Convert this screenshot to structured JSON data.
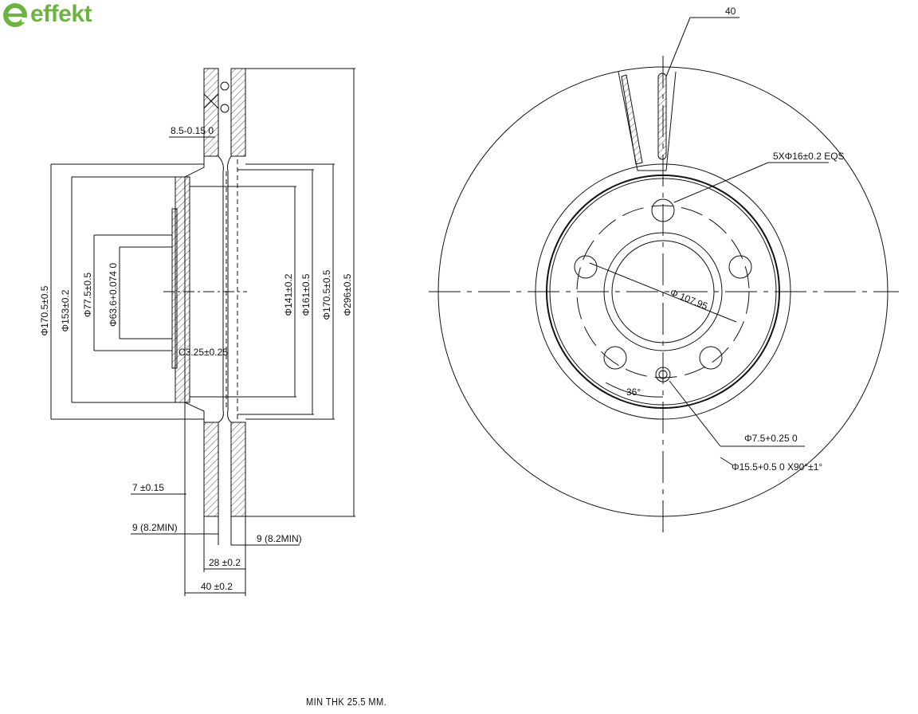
{
  "brand": {
    "name": "effekt",
    "color": "#6cb33f"
  },
  "side_view": {
    "dims_left": [
      "Φ170.5±0.5",
      "Φ153±0.2",
      "Φ77.5±0.5",
      "Φ63.6+0.074 0"
    ],
    "dims_right": [
      "Φ141±0.2",
      "Φ161±0.5",
      "Φ170.5±0.5",
      "Φ296±0.5"
    ],
    "hat_thickness": "8.5-0.15 0",
    "chamfer": "C3.25±0.25",
    "bottom_dims": [
      "7 ±0.15",
      "9  (8.2MIN)",
      "9  (8.2MIN)",
      "28 ±0.2",
      "40 ±0.2"
    ]
  },
  "front_view": {
    "top_label": "40",
    "bolt_holes": "5XΦ16±0.2 EQS",
    "pcd": "Φ 107.95",
    "angle": "36°",
    "locator_hole": "Φ7.5+0.25 0",
    "countersink": "Φ15.5+0.5 0 X90°±1°"
  },
  "footer_note": "MIN THK 25.5 MM."
}
